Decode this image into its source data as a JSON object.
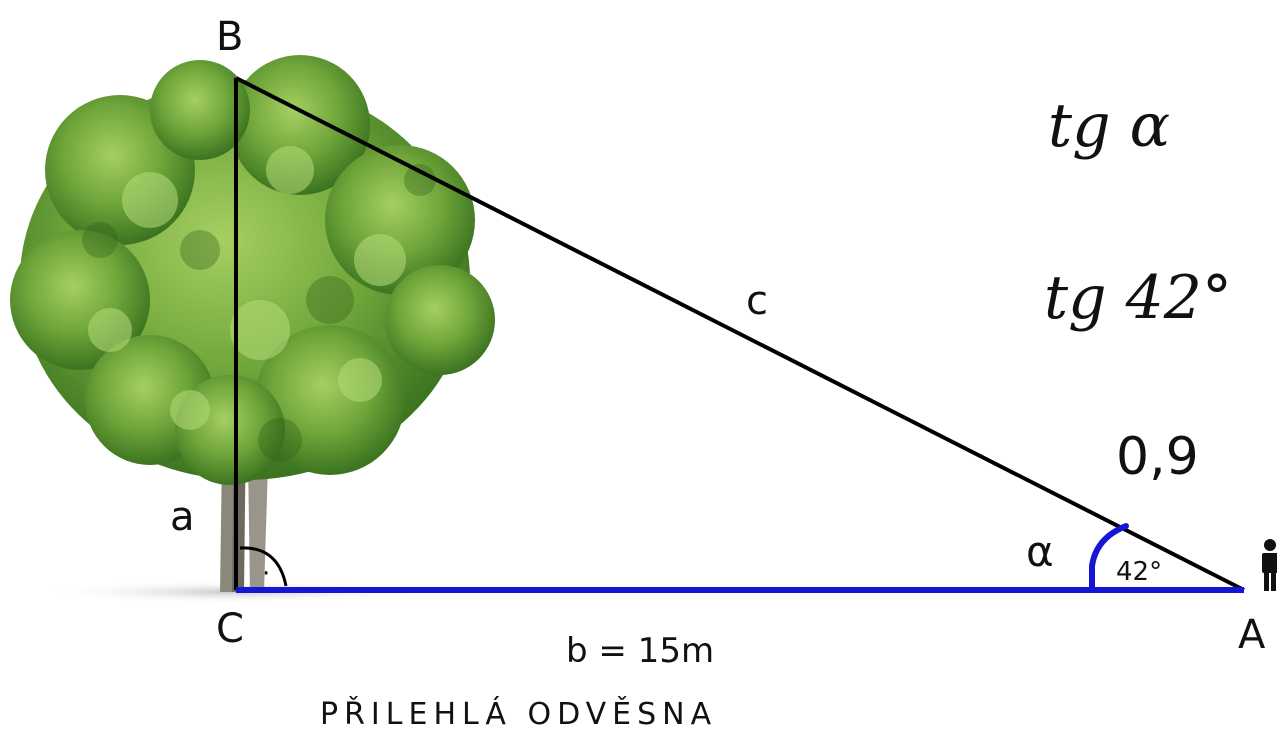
{
  "diagram": {
    "vertices": {
      "B": "B",
      "C": "C",
      "A": "A"
    },
    "sides": {
      "hypotenuse": "c",
      "opposite": "a",
      "adjacent": "b = 15m"
    },
    "angle_symbol": "α",
    "angle_value": "42°",
    "right_angle_mark": "·",
    "adjacent_note": "PŘILEHLÁ ODVĚSNA",
    "formulas": {
      "line1": "tg α",
      "line2": "tg 42°",
      "line3": "0,9"
    }
  },
  "colors": {
    "triangle_stroke": "#000000",
    "highlight": "#1515d6",
    "foliage_dark": "#3f7a1e",
    "foliage_light": "#8cc04a",
    "trunk": "#8a8478"
  }
}
